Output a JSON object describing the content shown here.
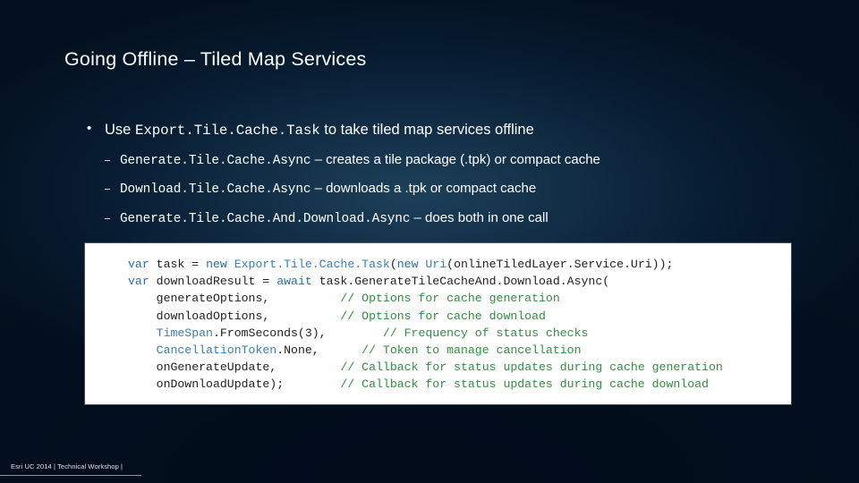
{
  "slide": {
    "title": "Going Offline – Tiled Map Services",
    "bullets": [
      {
        "level": 1,
        "prefix": "Use ",
        "code": "Export.Tile.Cache.Task",
        "suffix": " to take tiled map services offline"
      },
      {
        "level": 2,
        "code": "Generate.Tile.Cache.Async",
        "suffix": " – creates a tile package (.tpk) or compact cache"
      },
      {
        "level": 2,
        "code": "Download.Tile.Cache.Async",
        "suffix": " – downloads a .tpk or compact cache"
      },
      {
        "level": 2,
        "code": "Generate.Tile.Cache.And.Download.Async",
        "suffix": " – does both in one call"
      }
    ],
    "code_lines": [
      [
        {
          "t": "var ",
          "c": "kw"
        },
        {
          "t": "task ",
          "c": "idt"
        },
        {
          "t": "= ",
          "c": "plain"
        },
        {
          "t": "new ",
          "c": "kw"
        },
        {
          "t": "Export.Tile.Cache.Task",
          "c": "type"
        },
        {
          "t": "(",
          "c": "plain"
        },
        {
          "t": "new ",
          "c": "kw"
        },
        {
          "t": "Uri",
          "c": "type"
        },
        {
          "t": "(onlineTiledLayer.Service.Uri));",
          "c": "plain"
        }
      ],
      [
        {
          "t": "var ",
          "c": "kw"
        },
        {
          "t": "downloadResult ",
          "c": "idt"
        },
        {
          "t": "= ",
          "c": "plain"
        },
        {
          "t": "await ",
          "c": "kw"
        },
        {
          "t": "task.GenerateTileCacheAnd.Download.Async(",
          "c": "plain"
        }
      ],
      [
        {
          "t": "    generateOptions,",
          "c": "plain"
        },
        {
          "t": "          ",
          "c": "plain"
        },
        {
          "t": "// Options for cache generation",
          "c": "cmt"
        }
      ],
      [
        {
          "t": "    downloadOptions,",
          "c": "plain"
        },
        {
          "t": "          ",
          "c": "plain"
        },
        {
          "t": "// Options for cache download",
          "c": "cmt"
        }
      ],
      [
        {
          "t": "    ",
          "c": "plain"
        },
        {
          "t": "TimeSpan",
          "c": "type"
        },
        {
          "t": ".FromSeconds(3),",
          "c": "plain"
        },
        {
          "t": "        ",
          "c": "plain"
        },
        {
          "t": "// Frequency of status checks",
          "c": "cmt"
        }
      ],
      [
        {
          "t": "    ",
          "c": "plain"
        },
        {
          "t": "CancellationToken",
          "c": "type"
        },
        {
          "t": ".None,",
          "c": "plain"
        },
        {
          "t": "      ",
          "c": "plain"
        },
        {
          "t": "// Token to manage cancellation",
          "c": "cmt"
        }
      ],
      [
        {
          "t": "    onGenerateUpdate,",
          "c": "plain"
        },
        {
          "t": "         ",
          "c": "plain"
        },
        {
          "t": "// Callback for status updates during cache generation",
          "c": "cmt"
        }
      ],
      [
        {
          "t": "    onDownloadUpdate);",
          "c": "plain"
        },
        {
          "t": "        ",
          "c": "plain"
        },
        {
          "t": "// Callback for status updates during cache download",
          "c": "cmt"
        }
      ]
    ],
    "footer": "Esri UC 2014 | Technical Workshop |"
  }
}
